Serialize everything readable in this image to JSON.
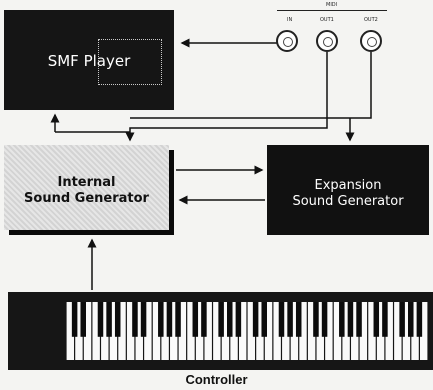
{
  "blocks": {
    "smf_player": "SMF Player",
    "internal_line1": "Internal",
    "internal_line2": "Sound Generator",
    "expansion_line1": "Expansion",
    "expansion_line2": "Sound Generator",
    "controller": "Controller"
  },
  "ports": {
    "header": "MIDI",
    "in": "IN",
    "out1": "OUT1",
    "out2": "OUT2"
  },
  "keyboard": {
    "white_key_count": 42
  },
  "colors": {
    "dark_block": "#151515",
    "background": "#f4f4f2",
    "shadow": "#0a0a0a"
  }
}
